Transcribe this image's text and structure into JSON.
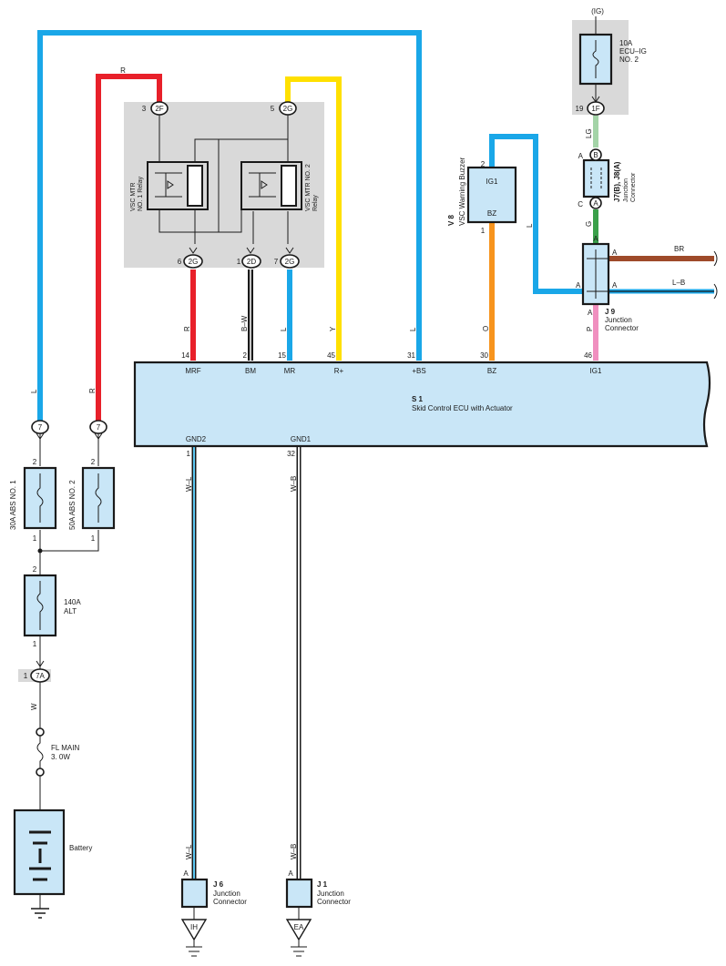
{
  "ecu": {
    "id": "S 1",
    "name": "Skid Control ECU with Actuator",
    "top_pins": [
      {
        "num": "14",
        "name": "MRF",
        "wire": "R"
      },
      {
        "num": "2",
        "name": "BM",
        "wire": "B–W"
      },
      {
        "num": "15",
        "name": "MR",
        "wire": "L"
      },
      {
        "num": "45",
        "name": "R+",
        "wire": "Y"
      },
      {
        "num": "31",
        "name": "+BS",
        "wire": "L"
      },
      {
        "num": "30",
        "name": "BZ",
        "wire": "O"
      },
      {
        "num": "46",
        "name": "IG1",
        "wire": "P"
      }
    ],
    "bottom_pins": [
      {
        "num": "1",
        "name": "GND2",
        "wire": "W–L"
      },
      {
        "num": "32",
        "name": "GND1",
        "wire": "W–B"
      }
    ]
  },
  "relay_box": {
    "relay1": "VSC MTR\nNO. 1 Relay",
    "relay2": "VSC MTR NO. 2\nRelay",
    "top_connectors": [
      {
        "pin": "3",
        "conn": "2F",
        "wire": "R"
      },
      {
        "pin": "5",
        "conn": "2G",
        "wire": ""
      }
    ],
    "bottom_connectors": [
      {
        "pin": "6",
        "conn": "2G"
      },
      {
        "pin": "1",
        "conn": "2D"
      },
      {
        "pin": "7",
        "conn": "2G"
      }
    ]
  },
  "fuses": {
    "ecu_ig_supply": "(IG)",
    "ecu_ig": "10A\nECU–IG\nNO. 2",
    "ecu_ig_conn": {
      "pin": "19",
      "conn": "1F",
      "wire": "LG"
    },
    "abs1": "30A ABS NO. 1",
    "abs2": "50A ABS NO. 2",
    "abs_pins": {
      "top": "2",
      "bottom": "1"
    },
    "abs_conn": "7",
    "alt": "140A\nALT",
    "alt_pins": {
      "top": "2",
      "bottom": "1"
    },
    "alt_conn": {
      "pin": "1",
      "conn": "7A"
    },
    "fl_main": "FL MAIN\n3. 0W",
    "battery": "Battery"
  },
  "wires": {
    "left_l": "L",
    "left_r": "R",
    "alt_w": "W",
    "top_r": "R",
    "buzzer_l": "L",
    "ig_g": "G",
    "br": "BR",
    "lb": "L–B"
  },
  "buzzer": {
    "id": "V 8",
    "name": "VSC Warning Buzzer",
    "pin_top": "IG1",
    "pin_bottom": "BZ",
    "num_top": "2",
    "num_bottom": "1"
  },
  "j7": {
    "id": "J7(B), J8(A)",
    "name": "Junction\nConnector",
    "top": "B",
    "bottom": "A",
    "top_pin": "A",
    "bottom_pin": "C"
  },
  "j9": {
    "id": "J 9",
    "name": "Junction\nConnector",
    "pin": "A"
  },
  "j6": {
    "id": "J 6",
    "name": "Junction\nConnector",
    "pin": "A",
    "ground": "IH"
  },
  "j1": {
    "id": "J 1",
    "name": "Junction\nConnector",
    "pin": "A",
    "ground": "EA"
  },
  "colors": {
    "blue": "#1aa7e8",
    "red": "#e8202a",
    "yellow": "#ffe000",
    "orange": "#f7941d",
    "green": "#3aa04a",
    "lightgreen": "#a4d4a8",
    "pink": "#f08fbf",
    "brown": "#9e4a2a",
    "box_fill": "#c9e6f7",
    "gray_panel": "#d9d9d9"
  }
}
